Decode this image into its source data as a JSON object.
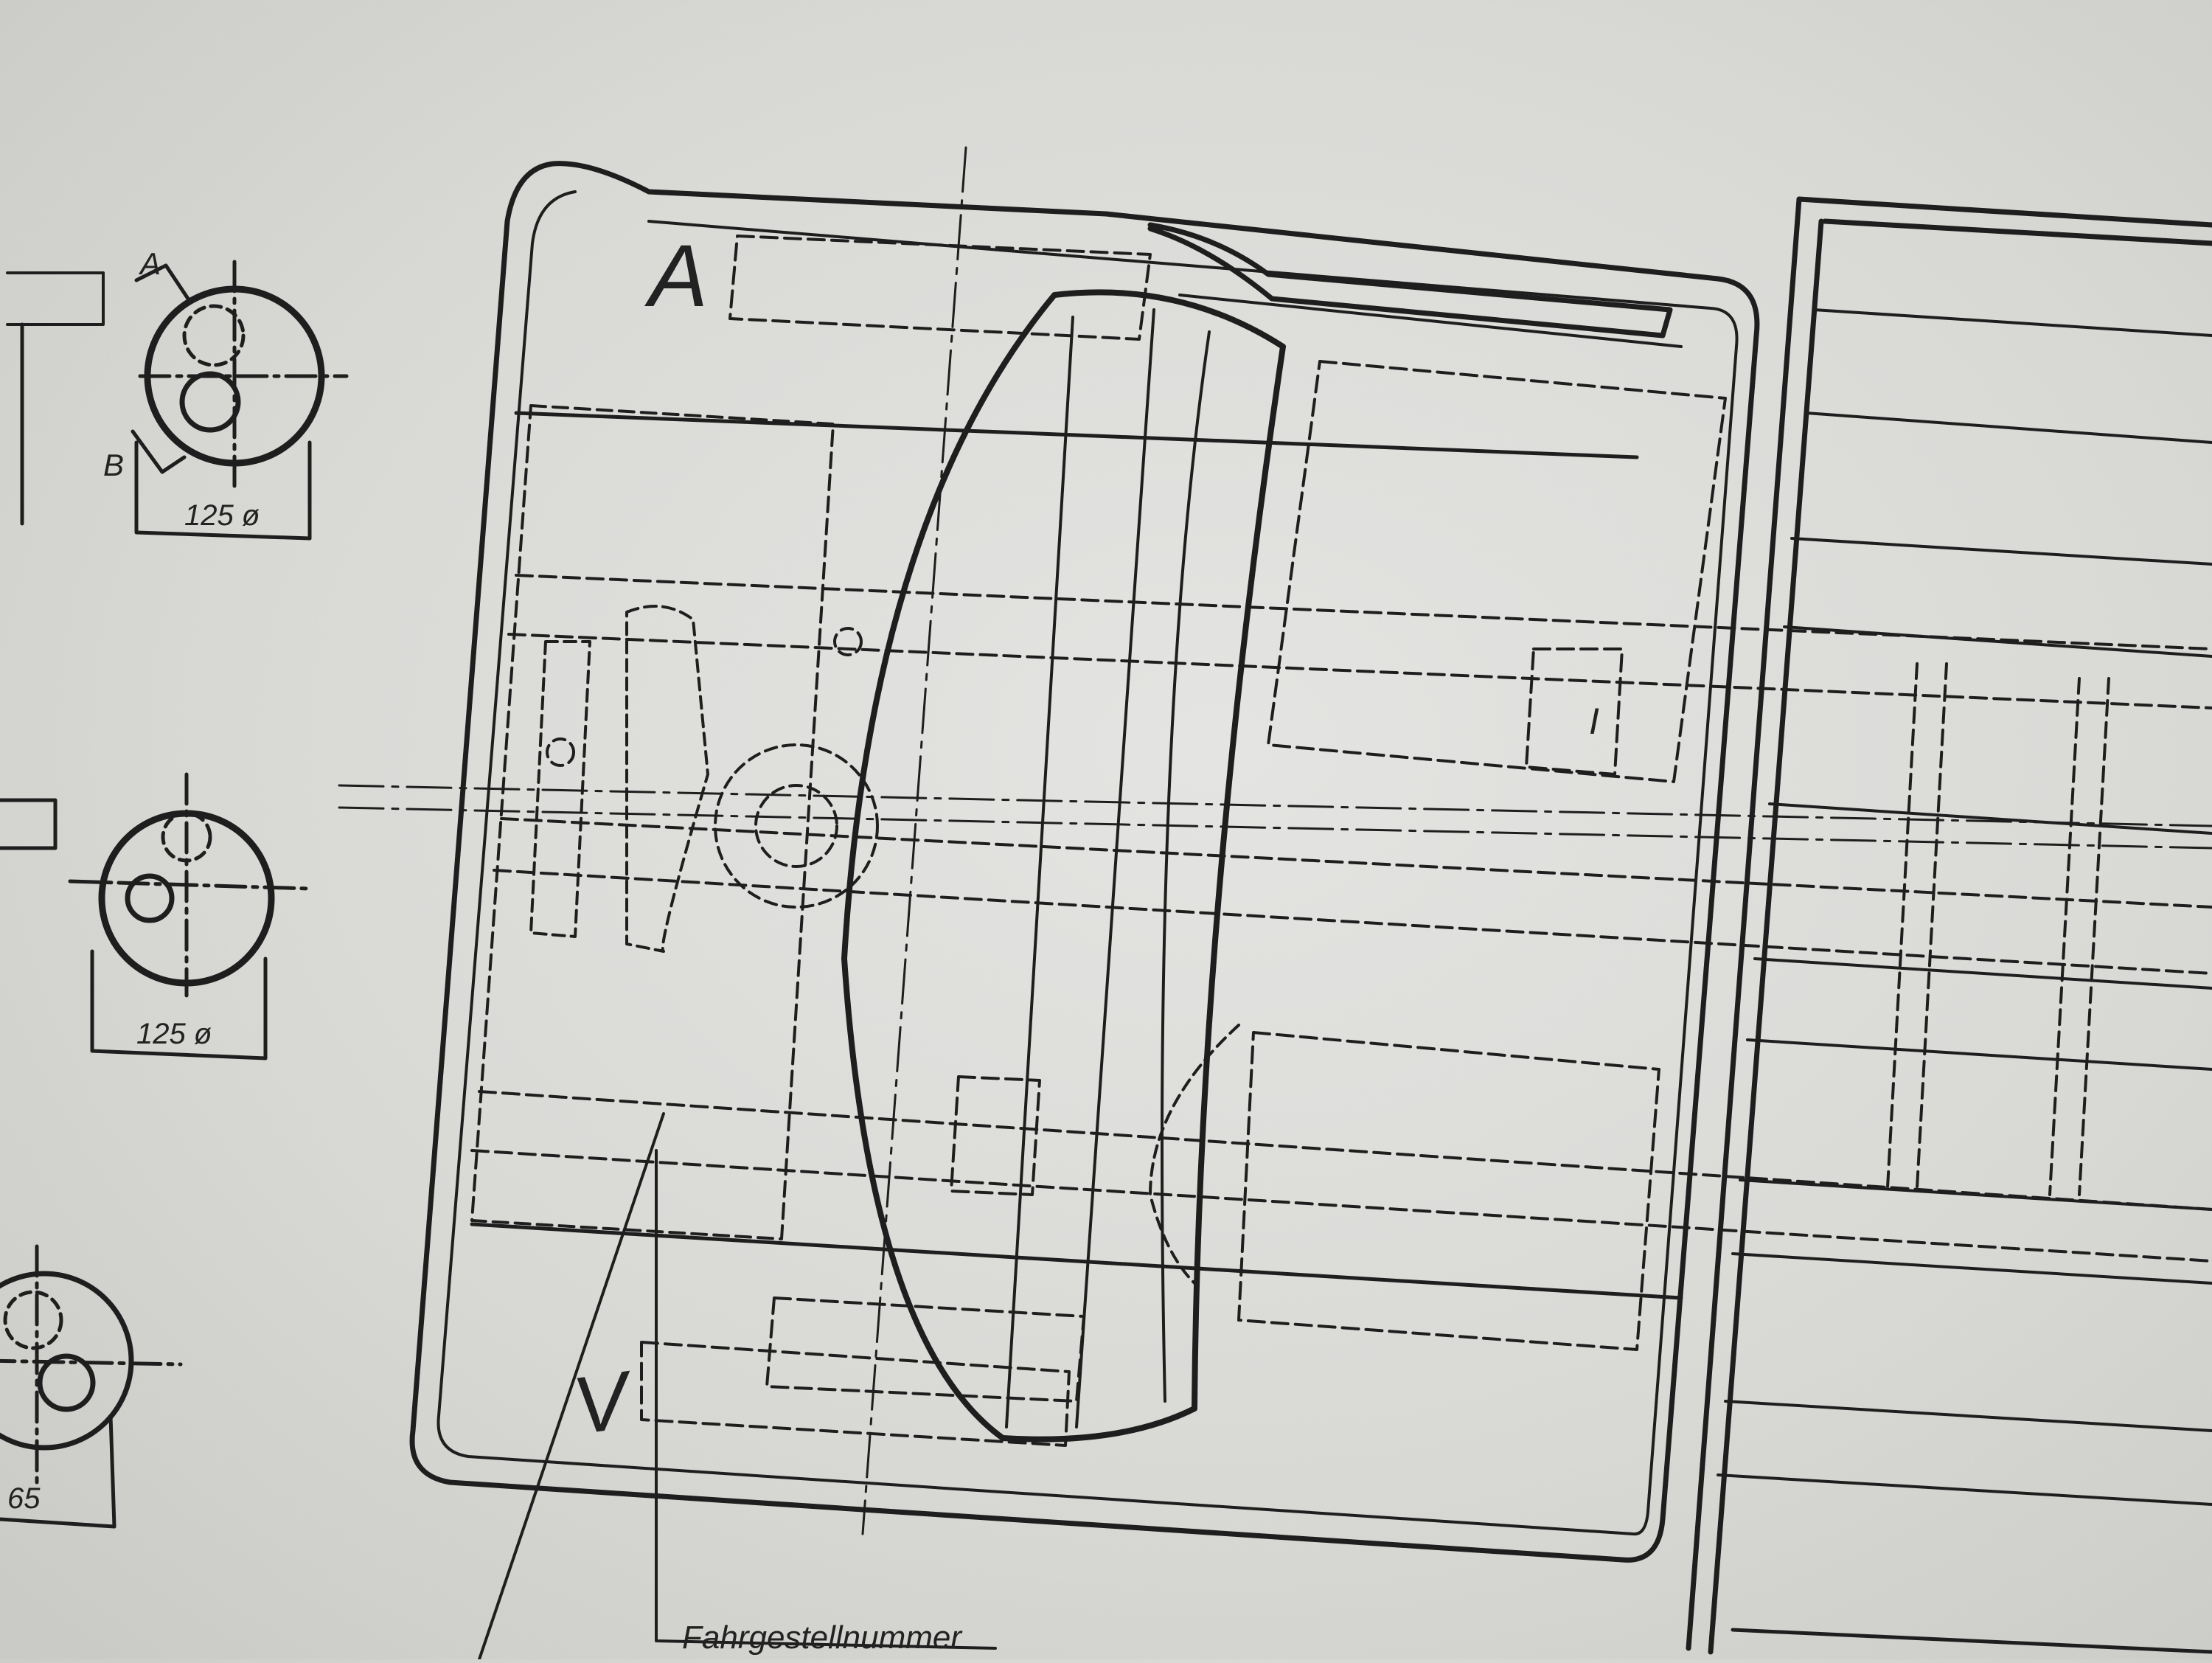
{
  "labels": {
    "view_a_top": "A",
    "view_a_bottom": "V",
    "detail_a": "A",
    "detail_b": "B",
    "dim_top": "125 ø",
    "dim_mid": "125 ø",
    "dim_bottom": "65",
    "roman_one": "I",
    "callout": "Fahrgestellnummer"
  },
  "colors": {
    "paper": "#dcdcd9",
    "ink": "#1e1e1e"
  }
}
